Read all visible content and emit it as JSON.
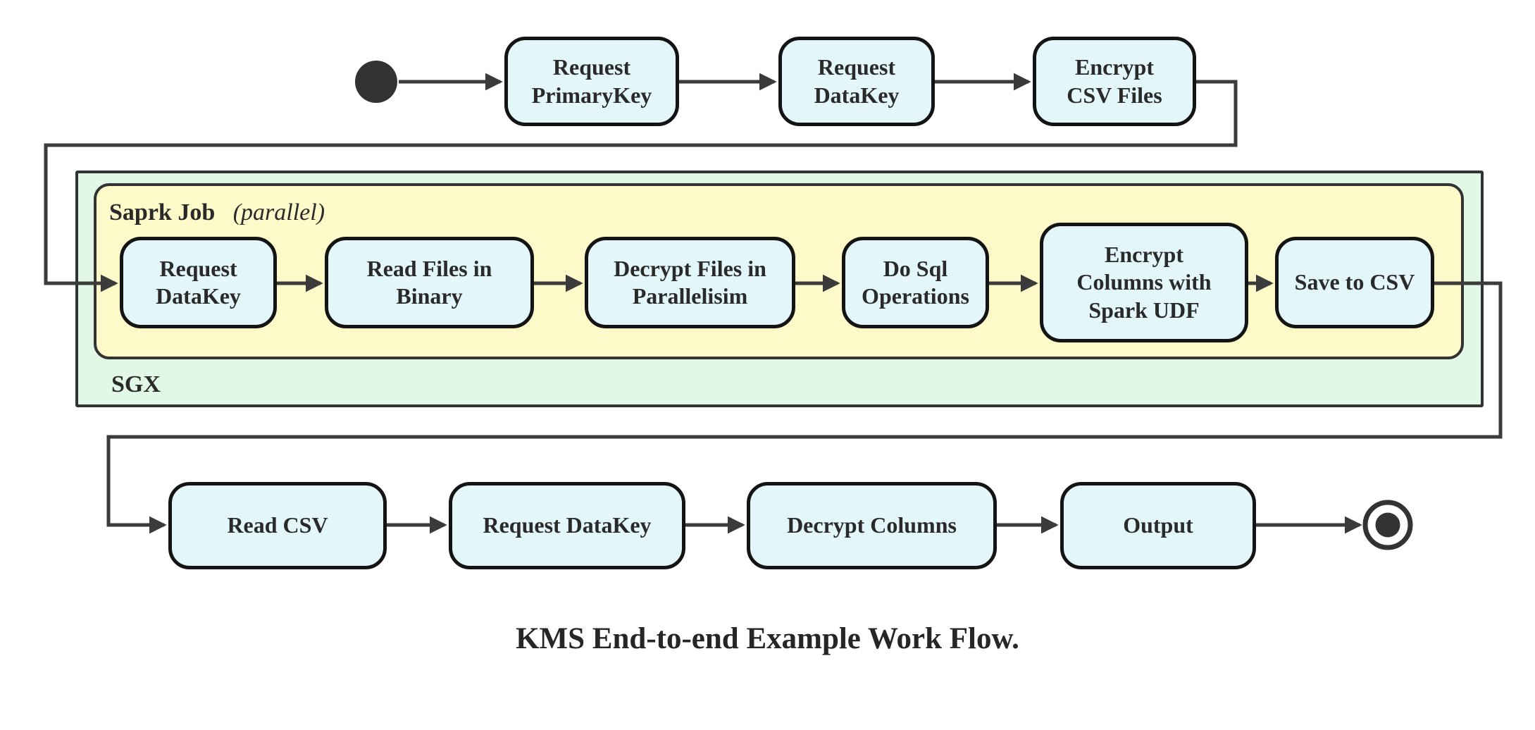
{
  "diagram": {
    "caption": "KMS End-to-end Example Work Flow.",
    "containers": {
      "sgx": {
        "label": "SGX"
      },
      "spark_job": {
        "label": "Saprk Job",
        "qualifier": "(parallel)"
      }
    },
    "nodes": {
      "top": [
        {
          "label": "Request\nPrimaryKey"
        },
        {
          "label": "Request\nDataKey"
        },
        {
          "label": "Encrypt\nCSV Files"
        }
      ],
      "middle": [
        {
          "label": "Request\nDataKey"
        },
        {
          "label": "Read Files in\nBinary"
        },
        {
          "label": "Decrypt Files in\nParallelisim"
        },
        {
          "label": "Do Sql\nOperations"
        },
        {
          "label": "Encrypt\nColumns with\nSpark UDF"
        },
        {
          "label": "Save to CSV"
        }
      ],
      "bottom": [
        {
          "label": "Read CSV"
        },
        {
          "label": "Request DataKey"
        },
        {
          "label": "Decrypt Columns"
        },
        {
          "label": "Output"
        }
      ]
    },
    "colors": {
      "node_fill": "#e3f7fb",
      "node_border": "#141414",
      "spark_container_fill": "#fdf9c8",
      "sgx_container_fill": "#e2f8e6",
      "container_border": "#333333",
      "edge": "#3b3b3b",
      "text": "#2a2a2a"
    }
  }
}
